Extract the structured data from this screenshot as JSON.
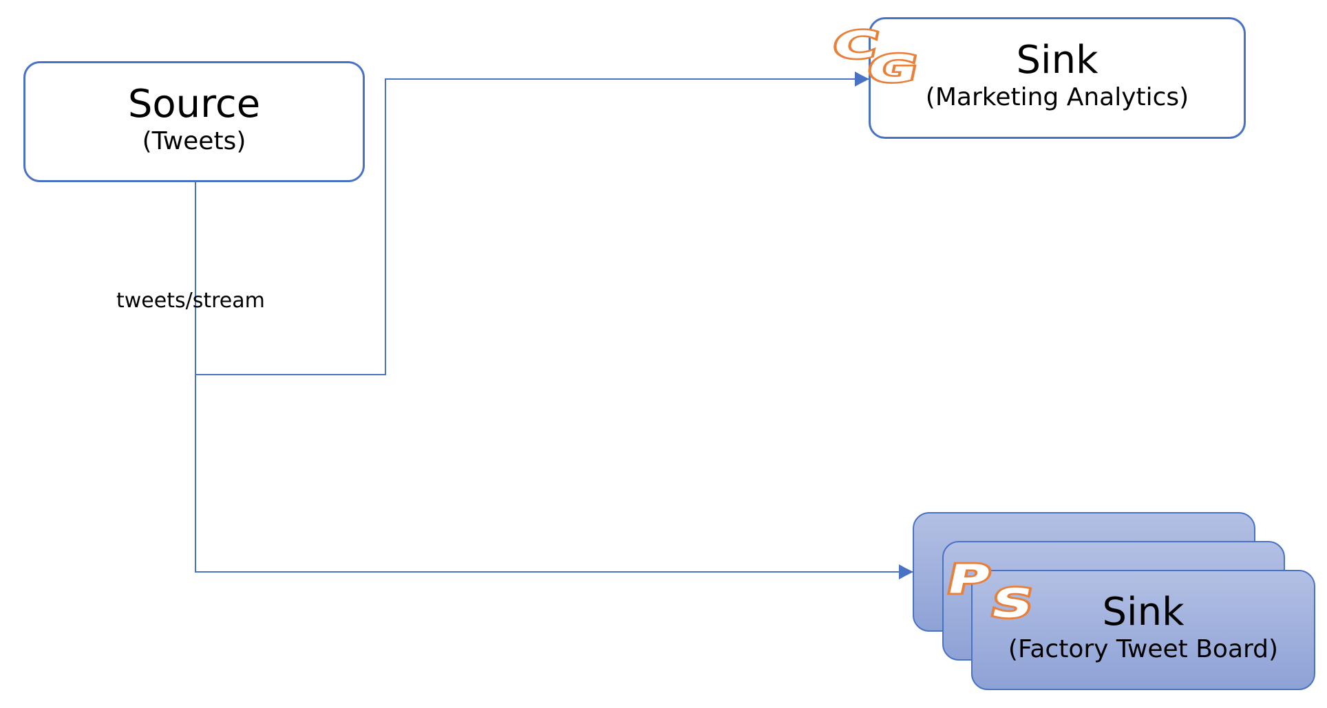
{
  "colors": {
    "edge": "#4a72c4",
    "node_border": "#4a72c4",
    "badge_fill": "#ffffff",
    "badge_stroke": "#e8803a"
  },
  "nodes": {
    "source": {
      "title": "Source",
      "subtitle": "(Tweets)"
    },
    "sink_marketing": {
      "title": "Sink",
      "subtitle": "(Marketing Analytics)",
      "badge": "CG"
    },
    "sink_factory": {
      "title": "Sink",
      "subtitle": "(Factory Tweet Board)",
      "badge": "PS"
    }
  },
  "edges": {
    "stream_label": "tweets/stream"
  }
}
